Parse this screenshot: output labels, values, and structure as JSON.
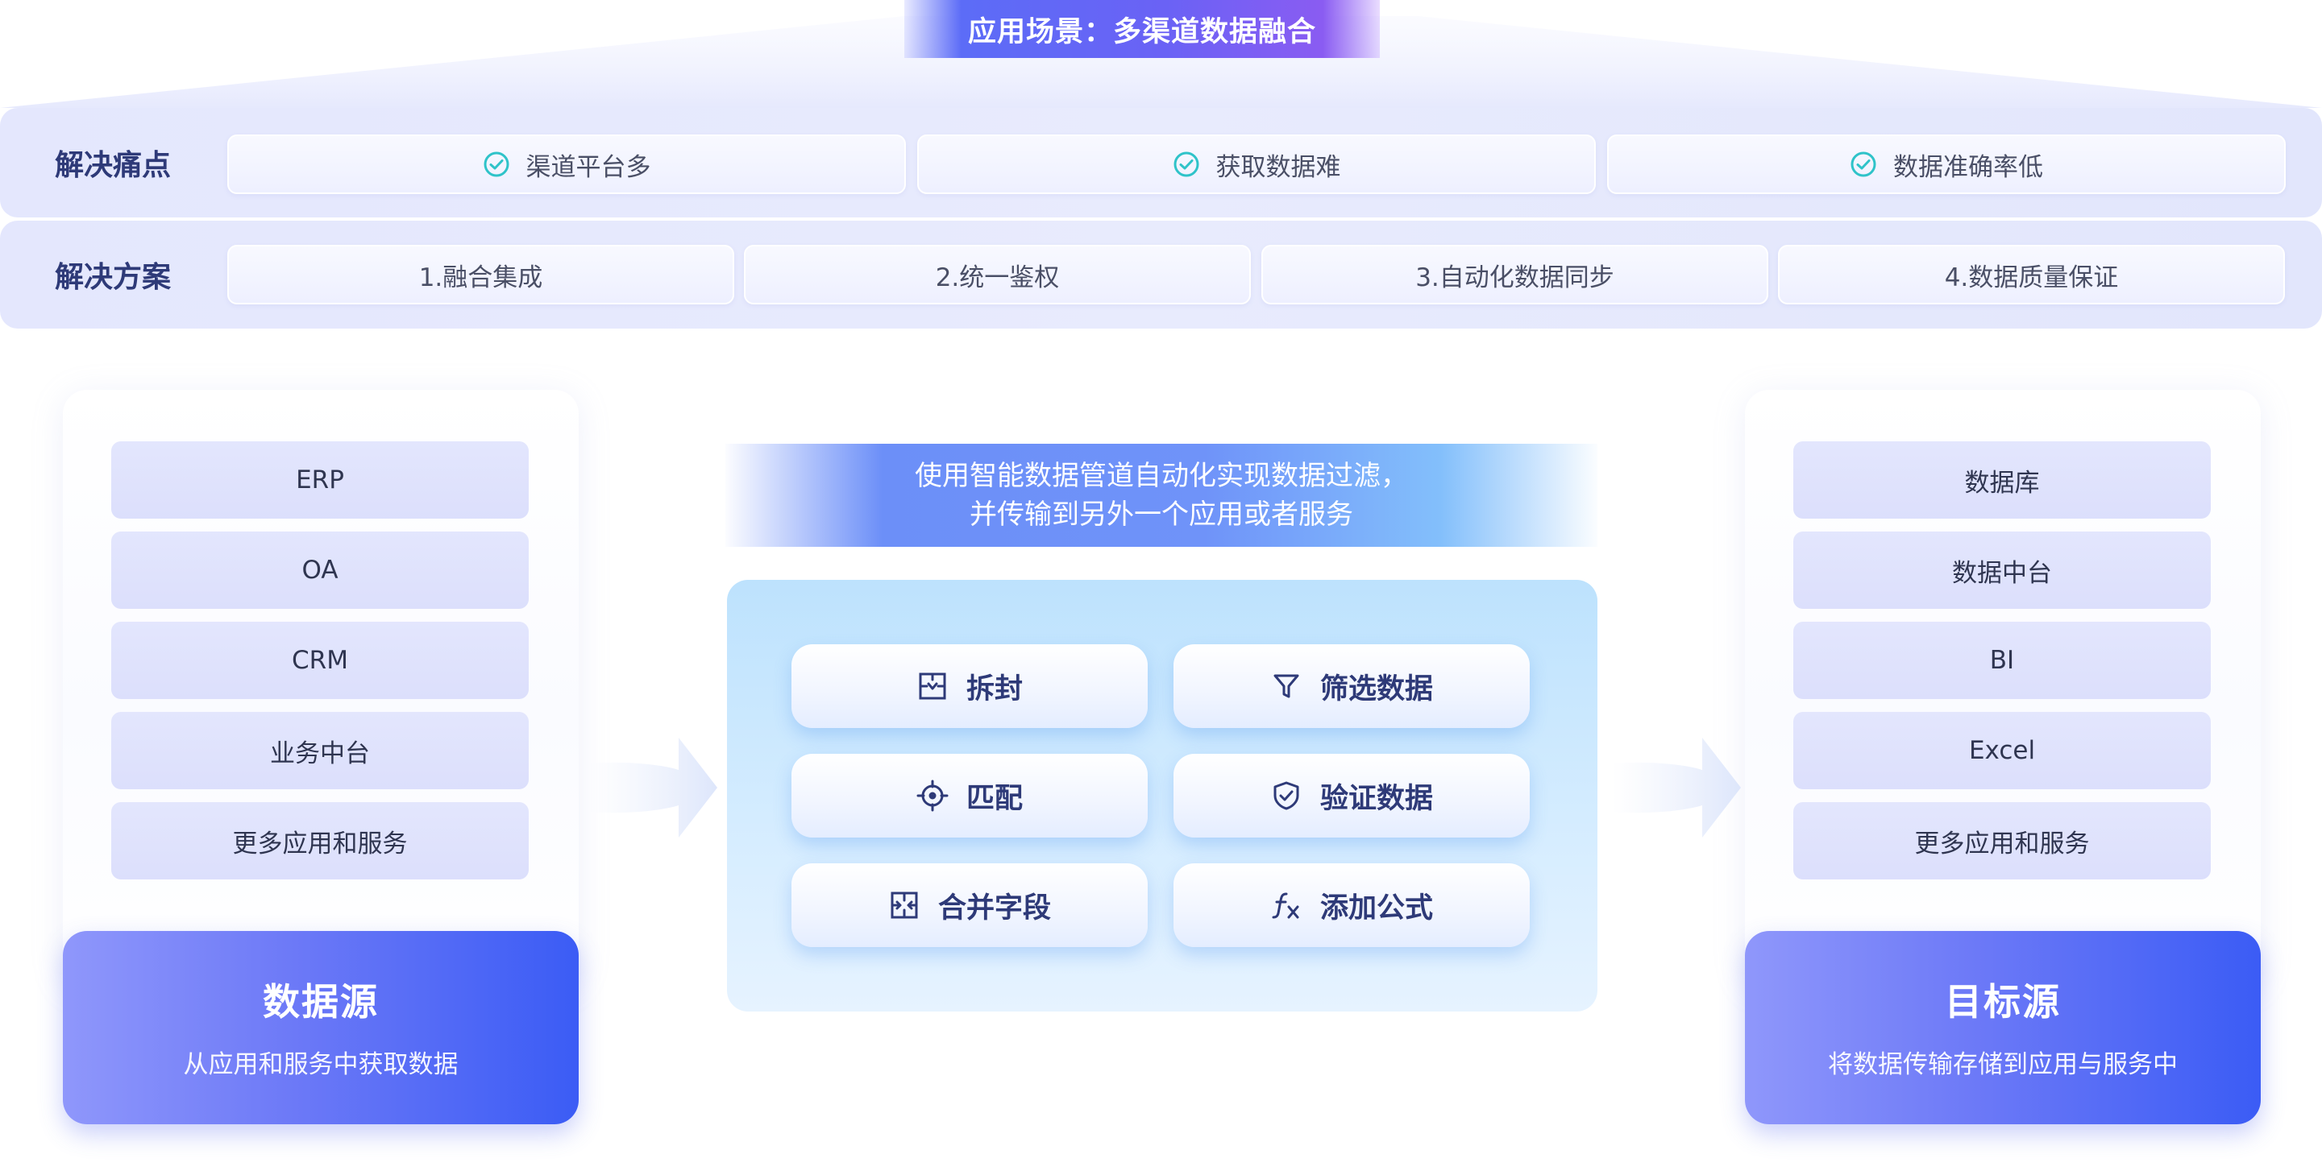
{
  "banner": {
    "title": "应用场景：多渠道数据融合"
  },
  "pain_points": {
    "label": "解决痛点",
    "items": [
      "渠道平台多",
      "获取数据难",
      "数据准确率低"
    ]
  },
  "solutions": {
    "label": "解决方案",
    "items": [
      "1.融合集成",
      "2.统一鉴权",
      "3.自动化数据同步",
      "4.数据质量保证"
    ]
  },
  "source_panel": {
    "items": [
      "ERP",
      "OA",
      "CRM",
      "业务中台",
      "更多应用和服务"
    ],
    "card_title": "数据源",
    "card_subtitle": "从应用和服务中获取数据"
  },
  "center": {
    "caption_line1": "使用智能数据管道自动化实现数据过滤，",
    "caption_line2": "并传输到另外一个应用或者服务",
    "operations": [
      {
        "label": "拆封",
        "icon": "unpack-icon"
      },
      {
        "label": "筛选数据",
        "icon": "filter-icon"
      },
      {
        "label": "匹配",
        "icon": "target-icon"
      },
      {
        "label": "验证数据",
        "icon": "shield-check-icon"
      },
      {
        "label": "合并字段",
        "icon": "merge-icon"
      },
      {
        "label": "添加公式",
        "icon": "formula-icon"
      }
    ]
  },
  "target_panel": {
    "items": [
      "数据库",
      "数据中台",
      "BI",
      "Excel",
      "更多应用和服务"
    ],
    "card_title": "目标源",
    "card_subtitle": "将数据传输存储到应用与服务中"
  },
  "colors": {
    "accent": "#5c6cf7",
    "check": "#2fc3c9",
    "band_title": "#2e3a78"
  }
}
